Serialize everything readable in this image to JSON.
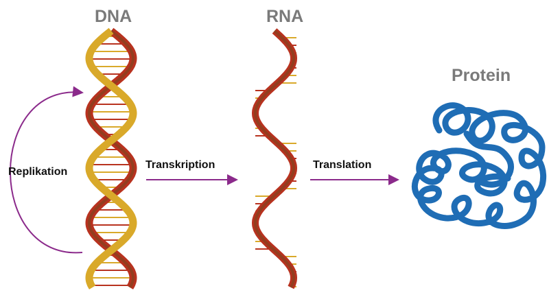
{
  "titles": {
    "dna": "DNA",
    "rna": "RNA",
    "protein": "Protein"
  },
  "labels": {
    "replication": "Replikation",
    "transcription": "Transkription",
    "translation": "Translation"
  },
  "colors": {
    "arrow": "#8b2a8b",
    "strand_red": "#b8321f",
    "strand_brown": "#6b4a1f",
    "strand_gold": "#d9a92a",
    "protein": "#1f6db5",
    "title": "#7a7a7a"
  }
}
